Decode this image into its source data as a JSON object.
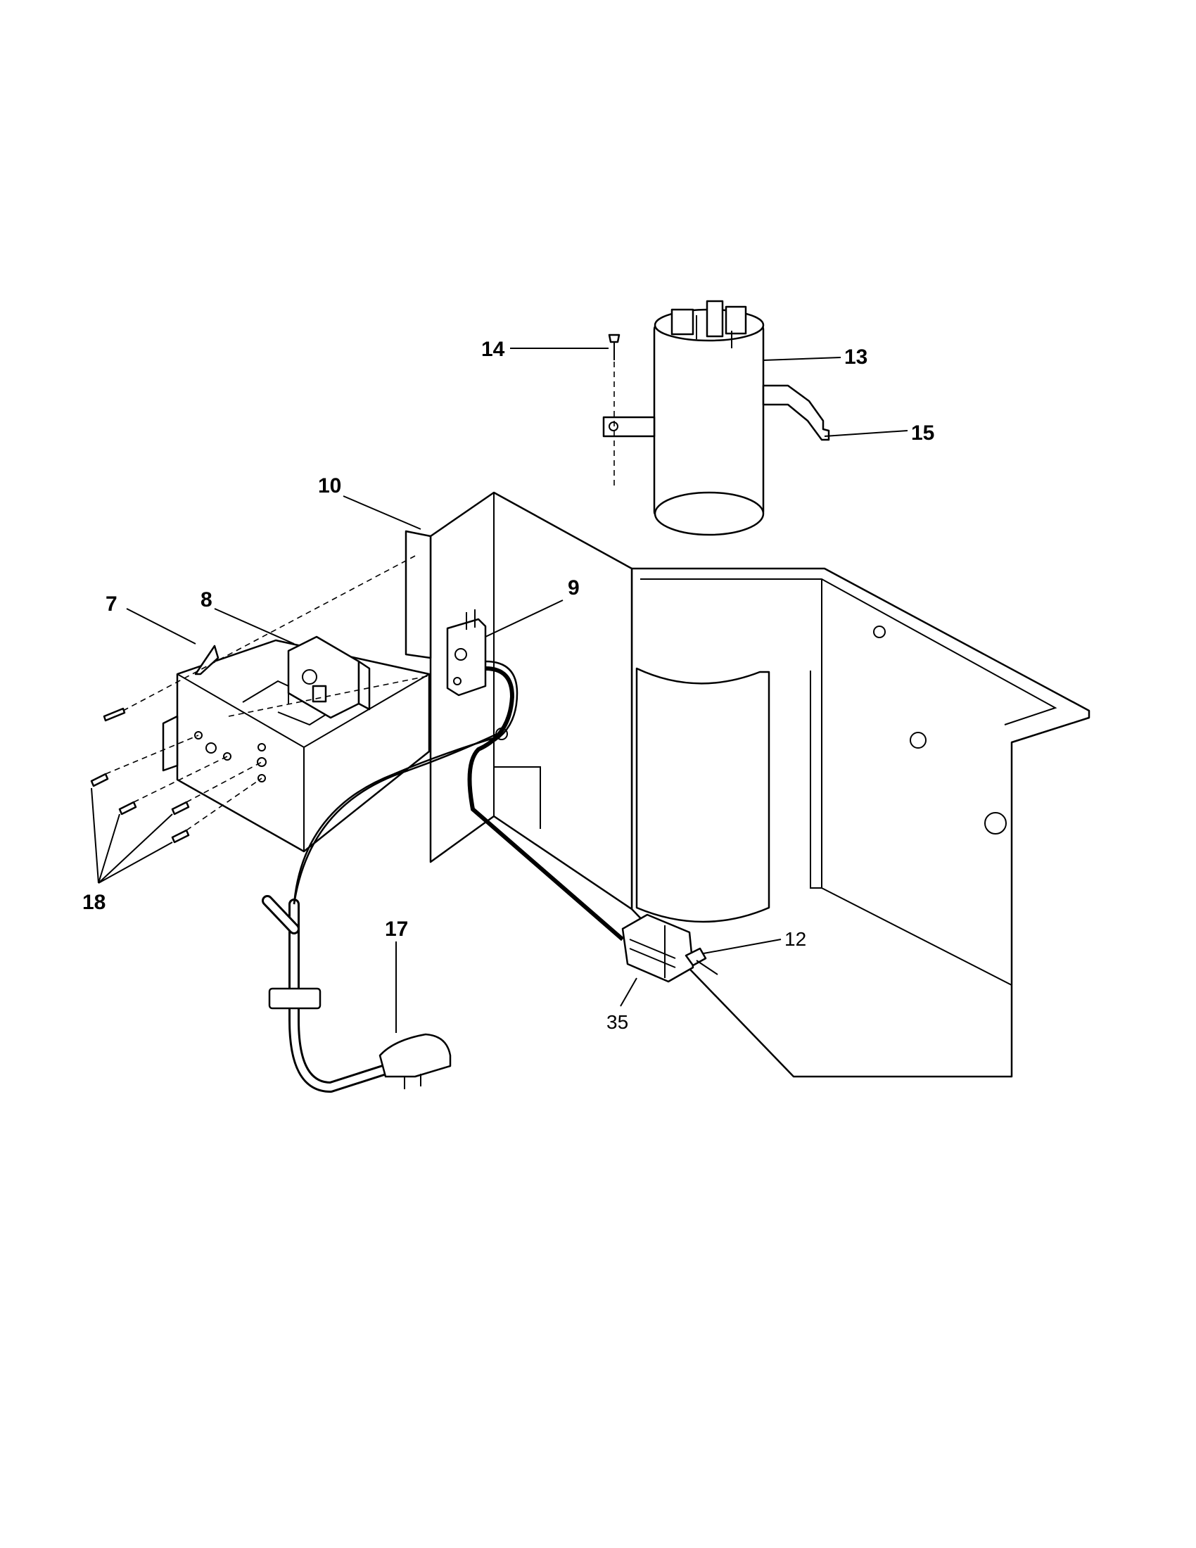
{
  "callouts": {
    "c7": "7",
    "c8": "8",
    "c9": "9",
    "c10": "10",
    "c12": "12",
    "c13": "13",
    "c14": "14",
    "c15": "15",
    "c17": "17",
    "c18": "18",
    "c35": "35"
  }
}
